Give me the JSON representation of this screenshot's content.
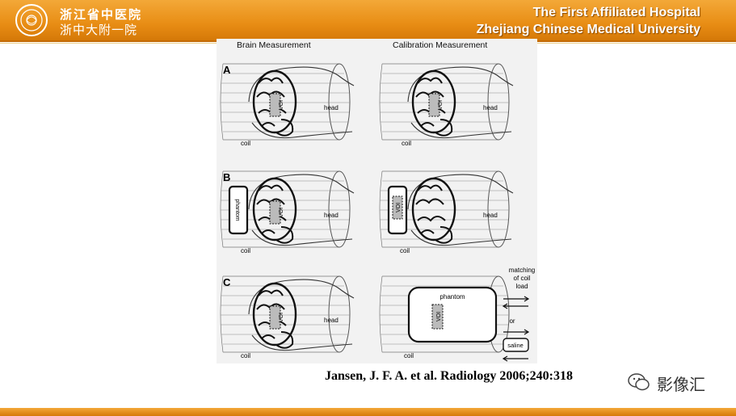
{
  "header": {
    "logo_cn_line1": "浙江省中医院",
    "logo_cn_line2": "浙中大附一院",
    "hospital_en_line1": "The First Affiliated Hospital",
    "hospital_en_line2": "Zhejiang Chinese Medical University",
    "bar_color": "#e88d14"
  },
  "figure": {
    "col_left_title": "Brain Measurement",
    "col_right_title": "Calibration Measurement",
    "panels": [
      {
        "letter": "A",
        "voi": "VOI",
        "head": "head",
        "coil": "coil",
        "phantom": ""
      },
      {
        "letter": "",
        "voi": "VOI",
        "head": "head",
        "coil": "coil",
        "phantom": ""
      },
      {
        "letter": "B",
        "voi": "VOI",
        "head": "head",
        "coil": "coil",
        "phantom": "phantom"
      },
      {
        "letter": "",
        "voi": "VOI",
        "head": "head",
        "coil": "coil",
        "phantom": ""
      },
      {
        "letter": "C",
        "voi": "VOI",
        "head": "head",
        "coil": "coil",
        "phantom": ""
      },
      {
        "letter": "",
        "voi": "VOI",
        "head": "",
        "coil": "coil",
        "phantom": "phantom"
      }
    ],
    "matching_line1": "matching",
    "matching_line2": "of coil",
    "matching_line3": "load",
    "or_label": "or",
    "saline_label": "saline"
  },
  "citation": "Jansen, J. F. A. et al. Radiology 2006;240:318",
  "watermark": {
    "text": "影像汇",
    "icon": "wechat-icon"
  }
}
